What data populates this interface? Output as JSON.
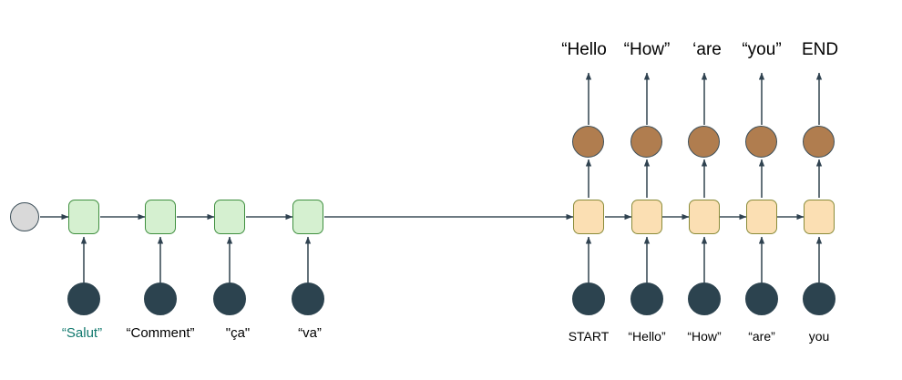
{
  "diagram": {
    "title": "Sequence-to-sequence encoder-decoder RNN",
    "colors": {
      "encoder_cell_fill": "#d5f0d0",
      "encoder_cell_border": "#3f8f3f",
      "decoder_cell_fill": "#fbdfb3",
      "decoder_cell_border": "#8a8c3a",
      "input_node_fill": "#2c434f",
      "output_node_fill": "#b07d4f",
      "output_node_border": "#3d4f59",
      "start_node_fill": "#d9d9d9",
      "start_node_border": "#3d4f59",
      "arrow": "#3d4f59",
      "accent_text": "#12796e",
      "background": "#ffffff"
    }
  },
  "encoder": {
    "initial_state_label": "",
    "steps": [
      {
        "input_label": "“Salut”",
        "accent": true
      },
      {
        "input_label": "“Comment”",
        "accent": false
      },
      {
        "input_label": "\"ça\"",
        "accent": false
      },
      {
        "input_label": "“va”",
        "accent": false
      }
    ]
  },
  "decoder": {
    "steps": [
      {
        "input_label": "START",
        "output_label": "“Hello"
      },
      {
        "input_label": "“Hello”",
        "output_label": "“How”"
      },
      {
        "input_label": "“How”",
        "output_label": "‘are"
      },
      {
        "input_label": "“are”",
        "output_label": "“you”"
      },
      {
        "input_label": "you",
        "output_label": "END"
      }
    ]
  }
}
